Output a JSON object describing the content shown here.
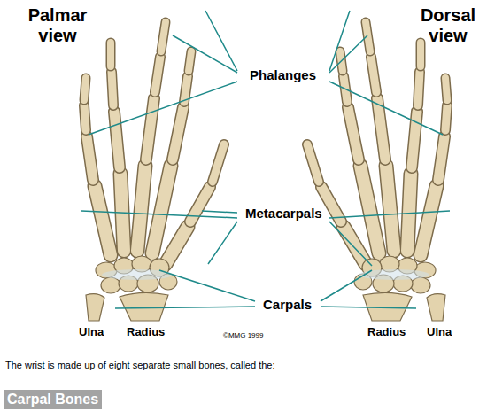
{
  "diagram": {
    "nodes": [
      {
        "text": [
          "Carpal Bones"
        ]
      }
    ],
    "labels": [
      "Palmar view",
      "Dorsal view",
      "Phalanges",
      "Metacarpals",
      "Carpals",
      "Ulna",
      "Radius",
      "Radius",
      "Ulna",
      "©MMG 1999",
      "The wrist is made up of eight separate small bones, called the:"
    ]
  }
}
